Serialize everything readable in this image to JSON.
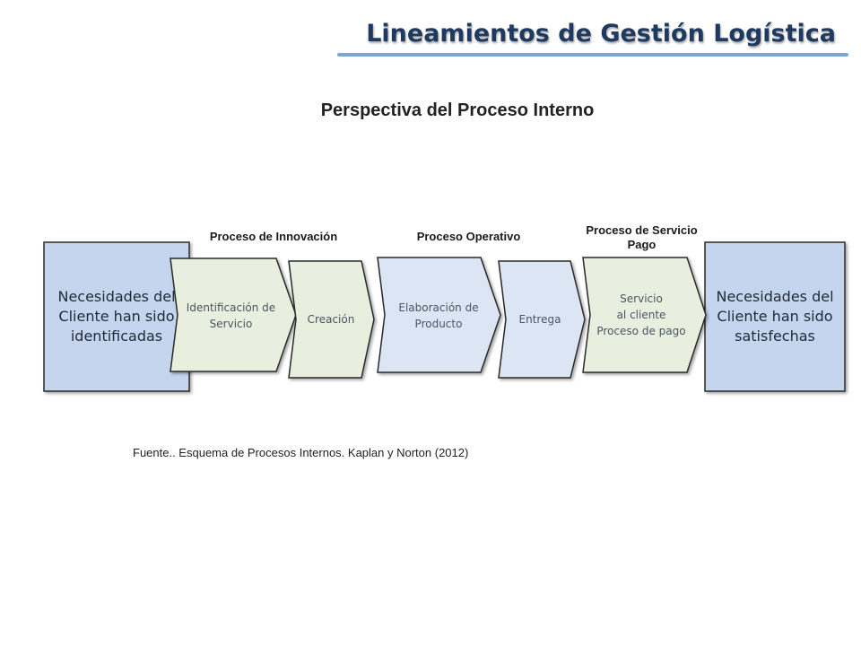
{
  "header": {
    "title": "Lineamientos de Gestión Logística",
    "subtitle": "Perspectiva del Proceso Interno"
  },
  "groups": {
    "innovacion": "Proceso de Innovación",
    "operativo": "Proceso Operativo",
    "servicio_line1": "Proceso de  Servicio",
    "servicio_line2": "Pago"
  },
  "nodes": {
    "start": "Necesidades del Cliente han sido identificadas",
    "identificacion": "Identificación de Servicio",
    "creacion": "Creación",
    "elaboracion": "Elaboración de  Producto",
    "entrega": "Entrega",
    "servicio_line1": "Servicio",
    "servicio_line2": "al cliente",
    "servicio_line3": "Proceso de pago",
    "end": "Necesidades del Cliente han sido satisfechas"
  },
  "colors": {
    "end_box": "#c6d5ee",
    "green_step": "#e9efdf",
    "blue_step": "#dce5f3",
    "title": "#1f3a60",
    "rule": "#7fa6cf"
  },
  "source": "Fuente.. Esquema de Procesos Internos. Kaplan y Norton (2012)"
}
